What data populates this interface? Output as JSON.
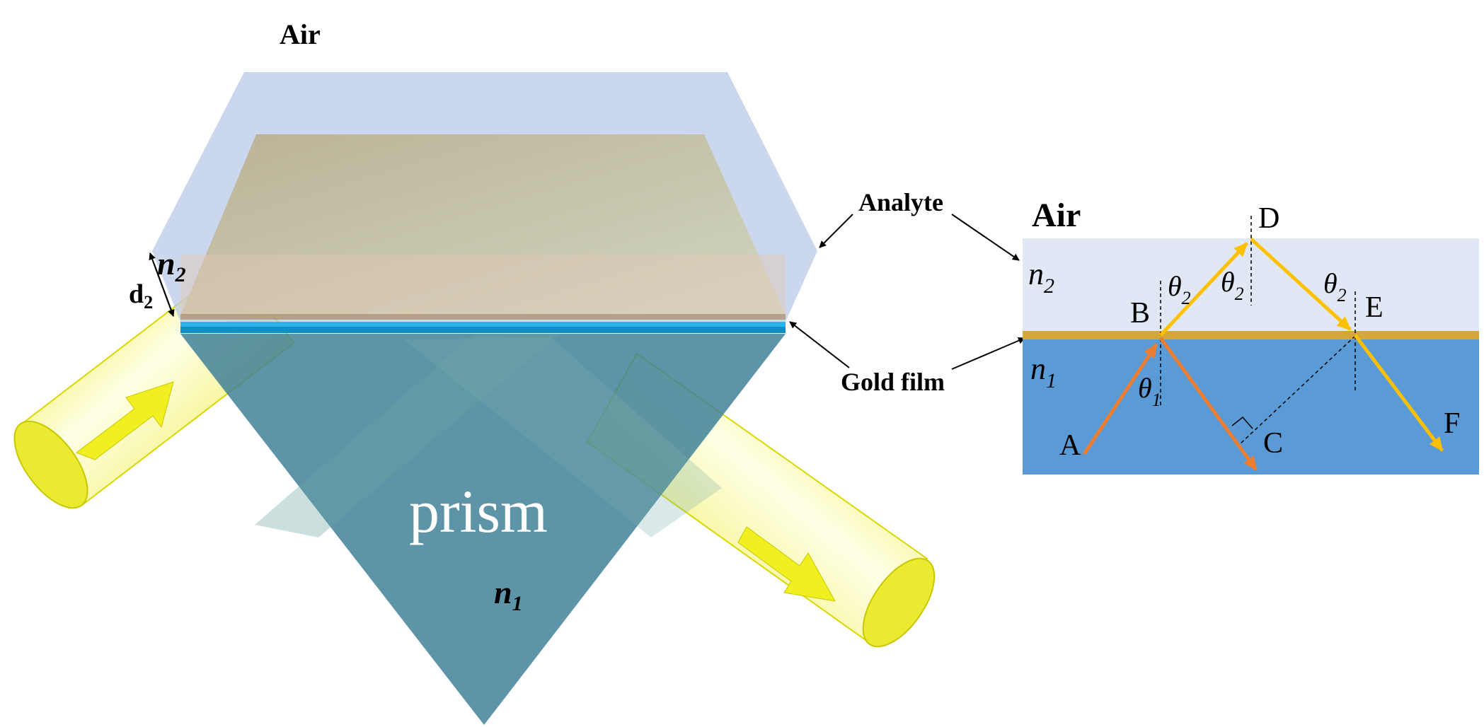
{
  "left_figure": {
    "air_label": "Air",
    "analyte_label": "Analyte",
    "gold_film_label": "Gold film",
    "n2_label": "n",
    "n2_sub": "2",
    "d2_label": "d",
    "d2_sub": "2",
    "prism_label": "prism",
    "n1_label": "n",
    "n1_sub": "1"
  },
  "right_figure": {
    "air_label": "Air",
    "n2_label": "n",
    "n2_sub": "2",
    "n1_label": "n",
    "n1_sub": "1",
    "points": {
      "A": "A",
      "B": "B",
      "C": "C",
      "D": "D",
      "E": "E",
      "F": "F"
    },
    "theta_symbol": "θ",
    "theta1_sub": "1",
    "theta2_sub": "2"
  },
  "colors": {
    "analyte_layer": "#dfe8f4",
    "prism_medium": "#5b9bd5",
    "gold_film": "#d4a73a",
    "orange_ray": "#ed7d31",
    "yellow_ray": "#ffc000",
    "prism_glass": "#3e7f97",
    "light_beam": "#f4f464"
  }
}
